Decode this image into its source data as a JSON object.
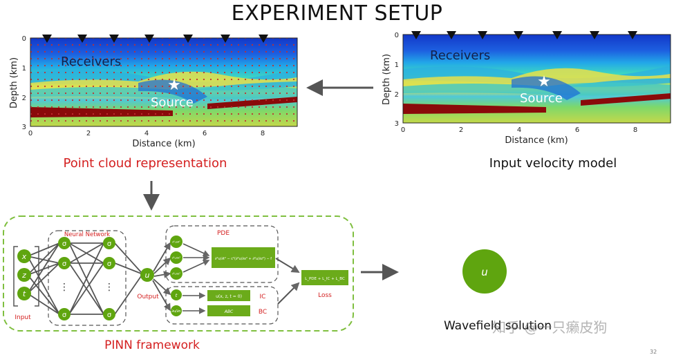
{
  "title": "EXPERIMENT SETUP",
  "left_panel": {
    "caption": "Point cloud representation",
    "receivers_label": "Receivers",
    "source_label": "Source",
    "xlabel": "Distance (km)",
    "ylabel": "Depth (km)",
    "xticks": [
      "0",
      "2",
      "4",
      "6",
      "8"
    ],
    "yticks": [
      "0",
      "1",
      "2",
      "3"
    ]
  },
  "right_panel": {
    "caption": "Input velocity model",
    "receivers_label": "Receivers",
    "source_label": "Source",
    "xlabel": "Distance (km)",
    "ylabel": "Depth (km)",
    "xticks": [
      "0",
      "2",
      "4",
      "6",
      "8"
    ],
    "yticks": [
      "0",
      "1",
      "2",
      "3"
    ]
  },
  "pinn": {
    "caption": "PINN framework",
    "neural_network_label": "Neural Network",
    "inputs": [
      "x",
      "z",
      "t"
    ],
    "input_label": "Input",
    "sigma": "σ",
    "dots": "⋮",
    "output_node": "u",
    "output_label": "Output",
    "pde_label": "PDE",
    "deriv_labels": [
      "∂²u/∂t²",
      "∂²u/∂x²",
      "∂²u/∂z²"
    ],
    "pde_equation": "∂²u/∂t² − c²(∂²u/∂x² + ∂²u/∂z²) − f",
    "ic_input": "t",
    "bc_input": "∂u/∂n",
    "ic_box": "u(x, z, t = 0)",
    "bc_box": "ABC",
    "ic_label": "IC",
    "bc_label": "BC",
    "loss_box": "L_PDE + L_IC + L_BC",
    "loss_label": "Loss"
  },
  "wavefield": {
    "node": "u",
    "caption": "Wavefield solution"
  },
  "watermark": "知乎 @一只癞皮狗",
  "slide_number": "32",
  "colors": {
    "node_green": "#5fa50f",
    "box_green": "#6bab1a",
    "dashed_green": "#7fbf3f",
    "red_text": "#d42020",
    "arrow_gray": "#555555"
  }
}
